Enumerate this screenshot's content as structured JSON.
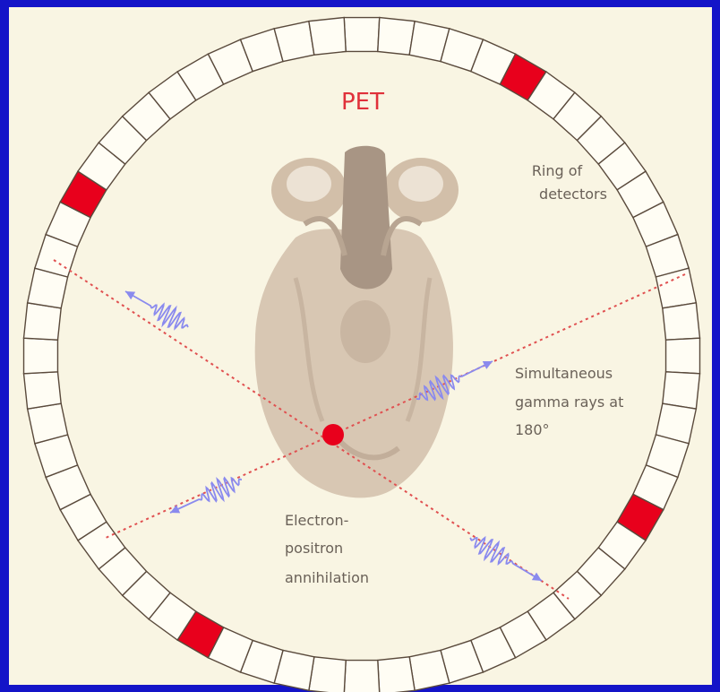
{
  "title": "PET",
  "labels": {
    "ring": [
      "Ring of",
      "detectors"
    ],
    "gamma": [
      "Simultaneous",
      "gamma rays at",
      "180°"
    ],
    "annihilation": [
      "Electron-",
      "positron",
      "annihilation"
    ]
  },
  "colors": {
    "background": "#1414c8",
    "panel": "#f9f5e3",
    "detector_outline": "#5a4a3c",
    "active_detector": "#e8001c",
    "gamma_line": "#e05050",
    "wave": "#8a8aee",
    "brain": "#d6c4b0",
    "annihilation_dot": "#e8001c"
  },
  "detector_count": 60,
  "active_detectors": [
    5,
    20,
    35,
    50
  ]
}
